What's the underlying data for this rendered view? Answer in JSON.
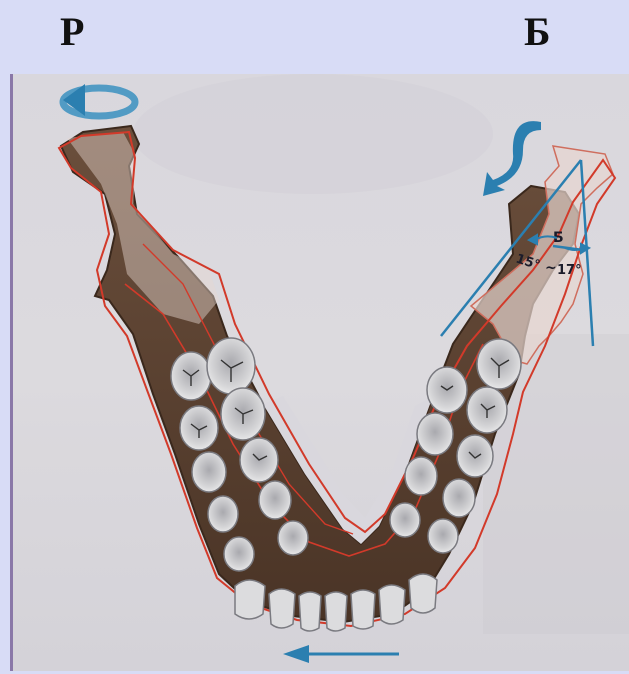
{
  "header": {
    "left_label": "Р",
    "right_label": "Б"
  },
  "figure": {
    "angle_label_left": "15°",
    "angle_separator": "~",
    "angle_label_right": "17°",
    "angle_letter": "Б"
  },
  "colors": {
    "background": "#d8dcf6",
    "bone": "#5a4030",
    "outline": "#d23a2a",
    "arrow": "#2b7fb0",
    "tooth": "#cfcfd2"
  }
}
